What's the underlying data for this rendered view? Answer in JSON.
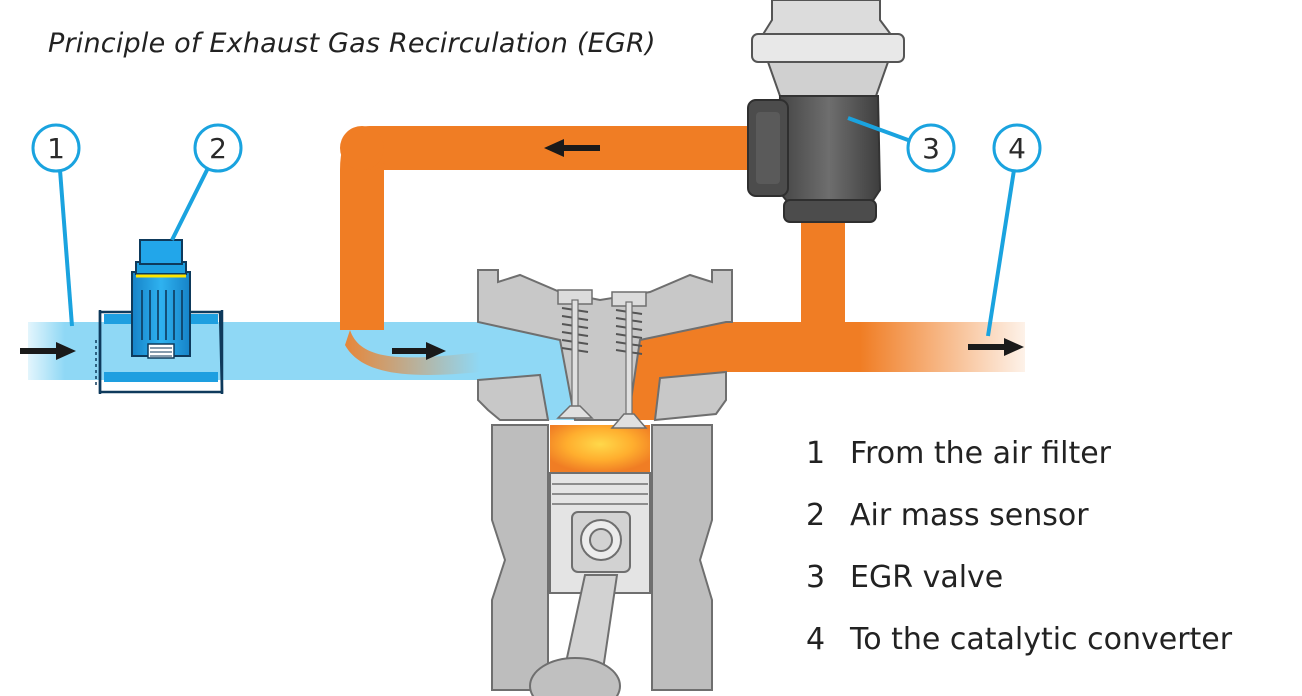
{
  "title": "Principle of Exhaust Gas Recirculation (EGR)",
  "callouts": [
    "1",
    "2",
    "3",
    "4"
  ],
  "legend": [
    {
      "num": "1",
      "label": "From the air filter"
    },
    {
      "num": "2",
      "label": "Air mass sensor"
    },
    {
      "num": "3",
      "label": "EGR valve"
    },
    {
      "num": "4",
      "label": "To the catalytic converter"
    }
  ],
  "colors": {
    "intake_air": "#8fd8f5",
    "exhaust_gas": "#f07d24",
    "sensor_blue": "#1e9fe0",
    "callout_line": "#1aa3df",
    "engine_gray": "#bdbdbd",
    "valve_dark": "#5a5a5a"
  }
}
